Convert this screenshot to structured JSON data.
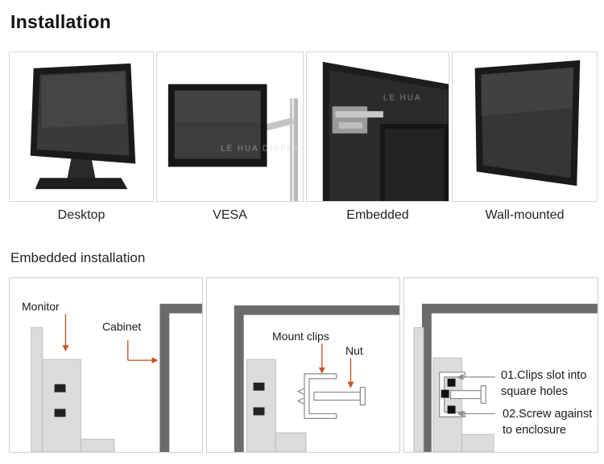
{
  "header": {
    "title": "Installation"
  },
  "photos": [
    {
      "caption": "Desktop"
    },
    {
      "caption": "VESA"
    },
    {
      "caption": "Embedded"
    },
    {
      "caption": "Wall-mounted"
    }
  ],
  "watermark": "LE HUA DISPLAY",
  "embedded_section": {
    "title": "Embedded installation",
    "panel1": {
      "monitor_label": "Monitor",
      "cabinet_label": "Cabinet"
    },
    "panel2": {
      "clips_label": "Mount clips",
      "nut_label": "Nut"
    },
    "panel3": {
      "step1_line1": "01.Clips slot into",
      "step1_line2": "square holes",
      "step2_line1": "02.Screw against",
      "step2_line2": "to enclosure"
    }
  },
  "colors": {
    "arrow": "#c8552a",
    "frame": "#6b6b6b",
    "monitor_body": "#dcdcdc"
  }
}
